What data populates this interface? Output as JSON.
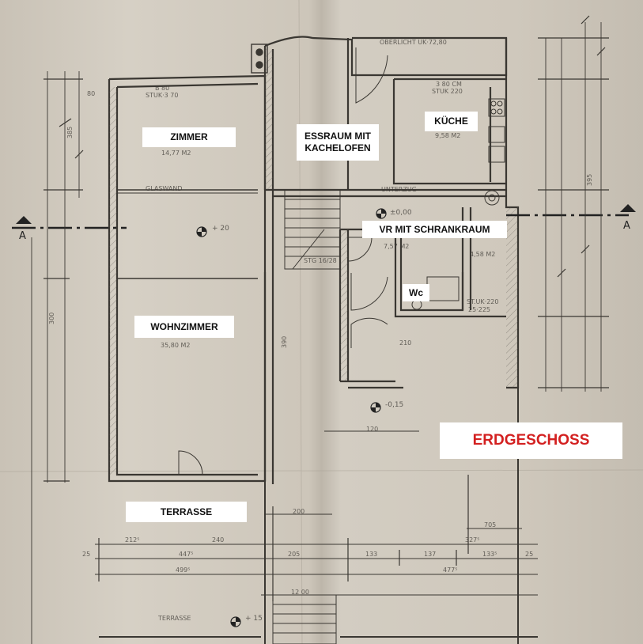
{
  "title": "ERDGESCHOSS",
  "rooms": {
    "zimmer": "ZIMMER",
    "essraum_line1": "ESSRAUM MIT",
    "essraum_line2": "KACHELOFEN",
    "kueche": "KÜCHE",
    "vorraum": "VR MIT SCHRANKRAUM",
    "wc": "Wc",
    "wohnzimmer": "WOHNZIMMER",
    "terrasse": "TERRASSE"
  },
  "section_marker": "A",
  "pencil_notes": {
    "zimmer_window": "B 80",
    "zimmer_stuk": "STUK·3 70",
    "zimmer_area": "14,77 M2",
    "kueche_window": "3 80 CM",
    "kueche_stuk": "STUK 220",
    "kueche_area": "9,58 M2",
    "oberlicht": "OBERLICHT UK·72,80",
    "glaswand": "GLASWAND",
    "unterzug": "UNTERZUG",
    "level_zero": "±0,00",
    "level_living": "+ 20",
    "level_entry": "-0,15",
    "level_terrace": "+ 15",
    "vr_area": "7,57 M2",
    "schrankraum_area": "4,58 M2",
    "wohnzimmer_area": "35,80 M2",
    "terrasse_small": "TERRASSE",
    "stufen": "STG 16/28",
    "dim_200": "200",
    "dim_1200": "12 00",
    "dim_2125": "212⁵",
    "dim_4475": "447⁵",
    "dim_4995": "499⁵",
    "dim_3275": "327⁵",
    "dim_4775": "477⁵",
    "dim_25a": "25",
    "dim_25b": "25",
    "dim_205": "205",
    "dim_120": "120",
    "dim_133": "133",
    "dim_137": "137",
    "dim_1335": "133⁵",
    "dim_705": "705",
    "dim_240": "240",
    "dim_300": "300",
    "dim_385": "385",
    "dim_395": "395",
    "dim_390": "390",
    "dim_80": "80",
    "dim_210": "210",
    "dim_uk": "ST.UK·220",
    "dim_225": "25·225"
  },
  "colors": {
    "paper": "#cfc8bc",
    "ink": "#3a3732",
    "label_bg": "#ffffff",
    "title_red": "#d32020"
  }
}
